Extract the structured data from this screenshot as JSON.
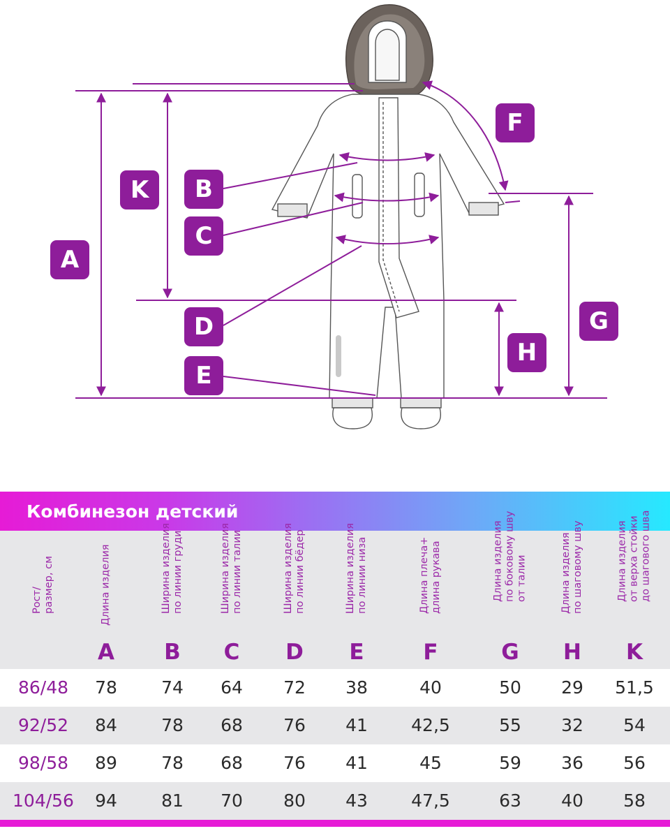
{
  "badges": [
    {
      "id": "A",
      "label": "A"
    },
    {
      "id": "K",
      "label": "K"
    },
    {
      "id": "B",
      "label": "B"
    },
    {
      "id": "C",
      "label": "C"
    },
    {
      "id": "D",
      "label": "D"
    },
    {
      "id": "E",
      "label": "E"
    },
    {
      "id": "F",
      "label": "F"
    },
    {
      "id": "G",
      "label": "G"
    },
    {
      "id": "H",
      "label": "H"
    }
  ],
  "colors": {
    "accent": "#8e1d9a",
    "gradient_start": "#e61bd6",
    "gradient_end": "#26e9ff",
    "row_alt": "#e7e7e9"
  },
  "table": {
    "title": "Комбинезон детский",
    "columns": [
      {
        "label": "Рост/\nразмер, см",
        "letter": ""
      },
      {
        "label": "Длина изделия",
        "letter": "A"
      },
      {
        "label": "Ширина изделия\nпо линии груди",
        "letter": "B"
      },
      {
        "label": "Ширина изделия\nпо линии талии",
        "letter": "C"
      },
      {
        "label": "Ширина изделия\nпо линии бёдер",
        "letter": "D"
      },
      {
        "label": "Ширина изделия\nпо линии низа",
        "letter": "E"
      },
      {
        "label": "Длина плеча+\nдлина рукава",
        "letter": "F"
      },
      {
        "label": "Длина изделия\nпо боковому шву\nот талии",
        "letter": "G"
      },
      {
        "label": "Длина изделия\nпо шаговому шву",
        "letter": "H"
      },
      {
        "label": "Длина изделия\nот верха стойки\nдо шагового шва",
        "letter": "K"
      }
    ],
    "rows": [
      [
        "86/48",
        "78",
        "74",
        "64",
        "72",
        "38",
        "40",
        "50",
        "29",
        "51,5"
      ],
      [
        "92/52",
        "84",
        "78",
        "68",
        "76",
        "41",
        "42,5",
        "55",
        "32",
        "54"
      ],
      [
        "98/58",
        "89",
        "78",
        "68",
        "76",
        "41",
        "45",
        "59",
        "36",
        "56"
      ],
      [
        "104/56",
        "94",
        "81",
        "70",
        "80",
        "43",
        "47,5",
        "63",
        "40",
        "58"
      ]
    ]
  }
}
